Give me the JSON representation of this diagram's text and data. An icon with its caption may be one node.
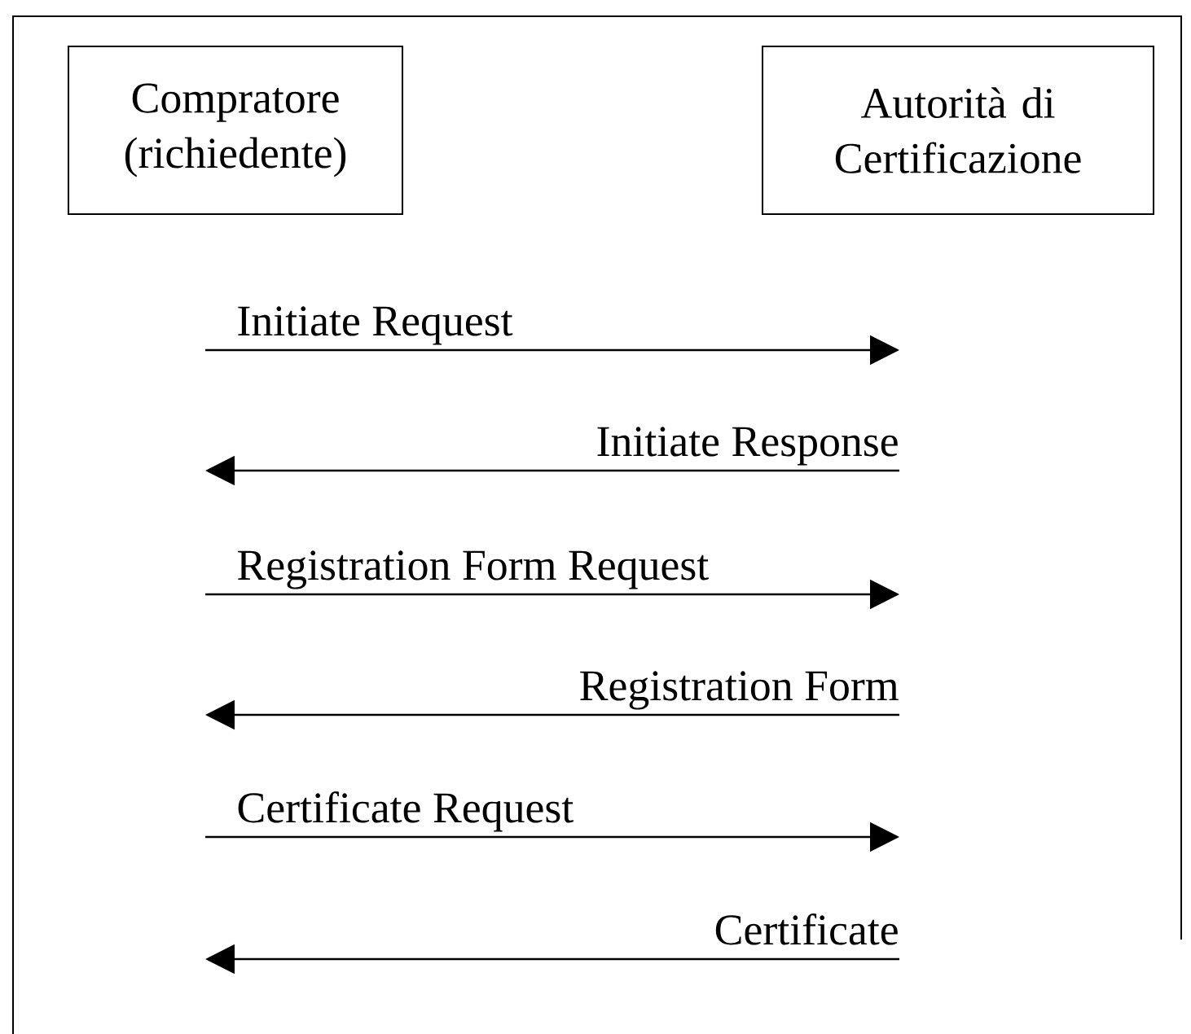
{
  "diagram": {
    "nodes": [
      {
        "text": [
          "Compratore (richiedente)"
        ]
      },
      {
        "text": [
          "Autorità di Certificazione"
        ]
      }
    ],
    "labels": [
      "Initiate Request",
      "Initiate Response",
      "Registration Form Request",
      "Registration Form",
      "Certificate Request",
      "Certificate"
    ]
  }
}
